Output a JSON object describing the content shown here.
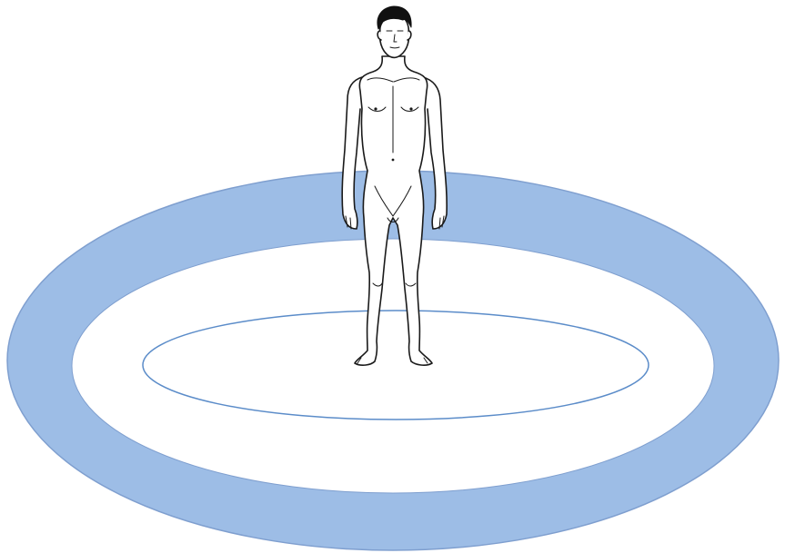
{
  "diagram": {
    "zones": [
      {
        "id": "outer-ring",
        "style": "filled-band"
      },
      {
        "id": "middle-zone",
        "style": "white-fill"
      },
      {
        "id": "inner-zone",
        "style": "outline-only"
      }
    ],
    "figure": {
      "icon": "standing-person-icon"
    }
  },
  "colors": {
    "background": "#ffffff",
    "ring_fill": "#9dbde6",
    "ring_edge": "#7f9fcf",
    "inner_outline": "#5b8cc9",
    "figure_stroke": "#1a1a1a",
    "figure_fill": "#ffffff",
    "hair": "#111111"
  }
}
